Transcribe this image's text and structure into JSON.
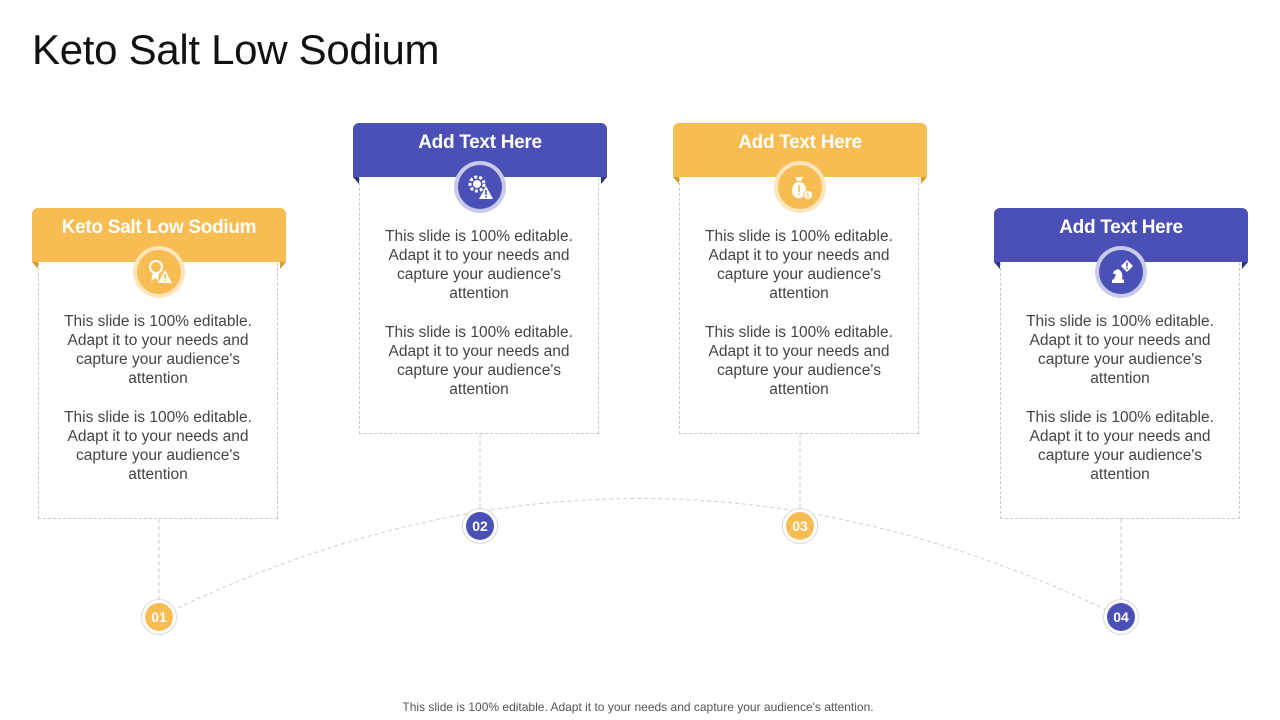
{
  "title": "Keto Salt Low Sodium",
  "colors": {
    "yellow": "#F7BC52",
    "blue": "#4B50B7"
  },
  "cards": [
    {
      "header": "Keto Salt Low Sodium",
      "icon": "award-warning-icon",
      "color": "yellow",
      "para1": "This slide is 100% editable. Adapt it to your needs and capture your audience's attention",
      "para2": "This slide is 100% editable. Adapt it to your needs and capture your audience's attention",
      "step": "01"
    },
    {
      "header": "Add Text Here",
      "icon": "gear-warning-icon",
      "color": "blue",
      "para1": "This slide is 100% editable. Adapt it to your needs and capture your audience's attention",
      "para2": "This slide is 100% editable. Adapt it to your needs and capture your audience's attention",
      "step": "02"
    },
    {
      "header": "Add Text Here",
      "icon": "money-bag-alert-icon",
      "color": "yellow",
      "para1": "This slide is 100% editable. Adapt it to your needs and capture your audience's attention",
      "para2": "This slide is 100% editable. Adapt it to your needs and capture your audience's attention",
      "step": "03"
    },
    {
      "header": "Add Text Here",
      "icon": "chess-knight-alert-icon",
      "color": "blue",
      "para1": "This slide is 100% editable. Adapt it to your needs and capture your audience's attention",
      "para2": "This slide is 100% editable. Adapt it to your needs and capture your audience's attention",
      "step": "04"
    }
  ],
  "footer": "This slide is 100% editable. Adapt it to your needs and capture your audience's attention."
}
